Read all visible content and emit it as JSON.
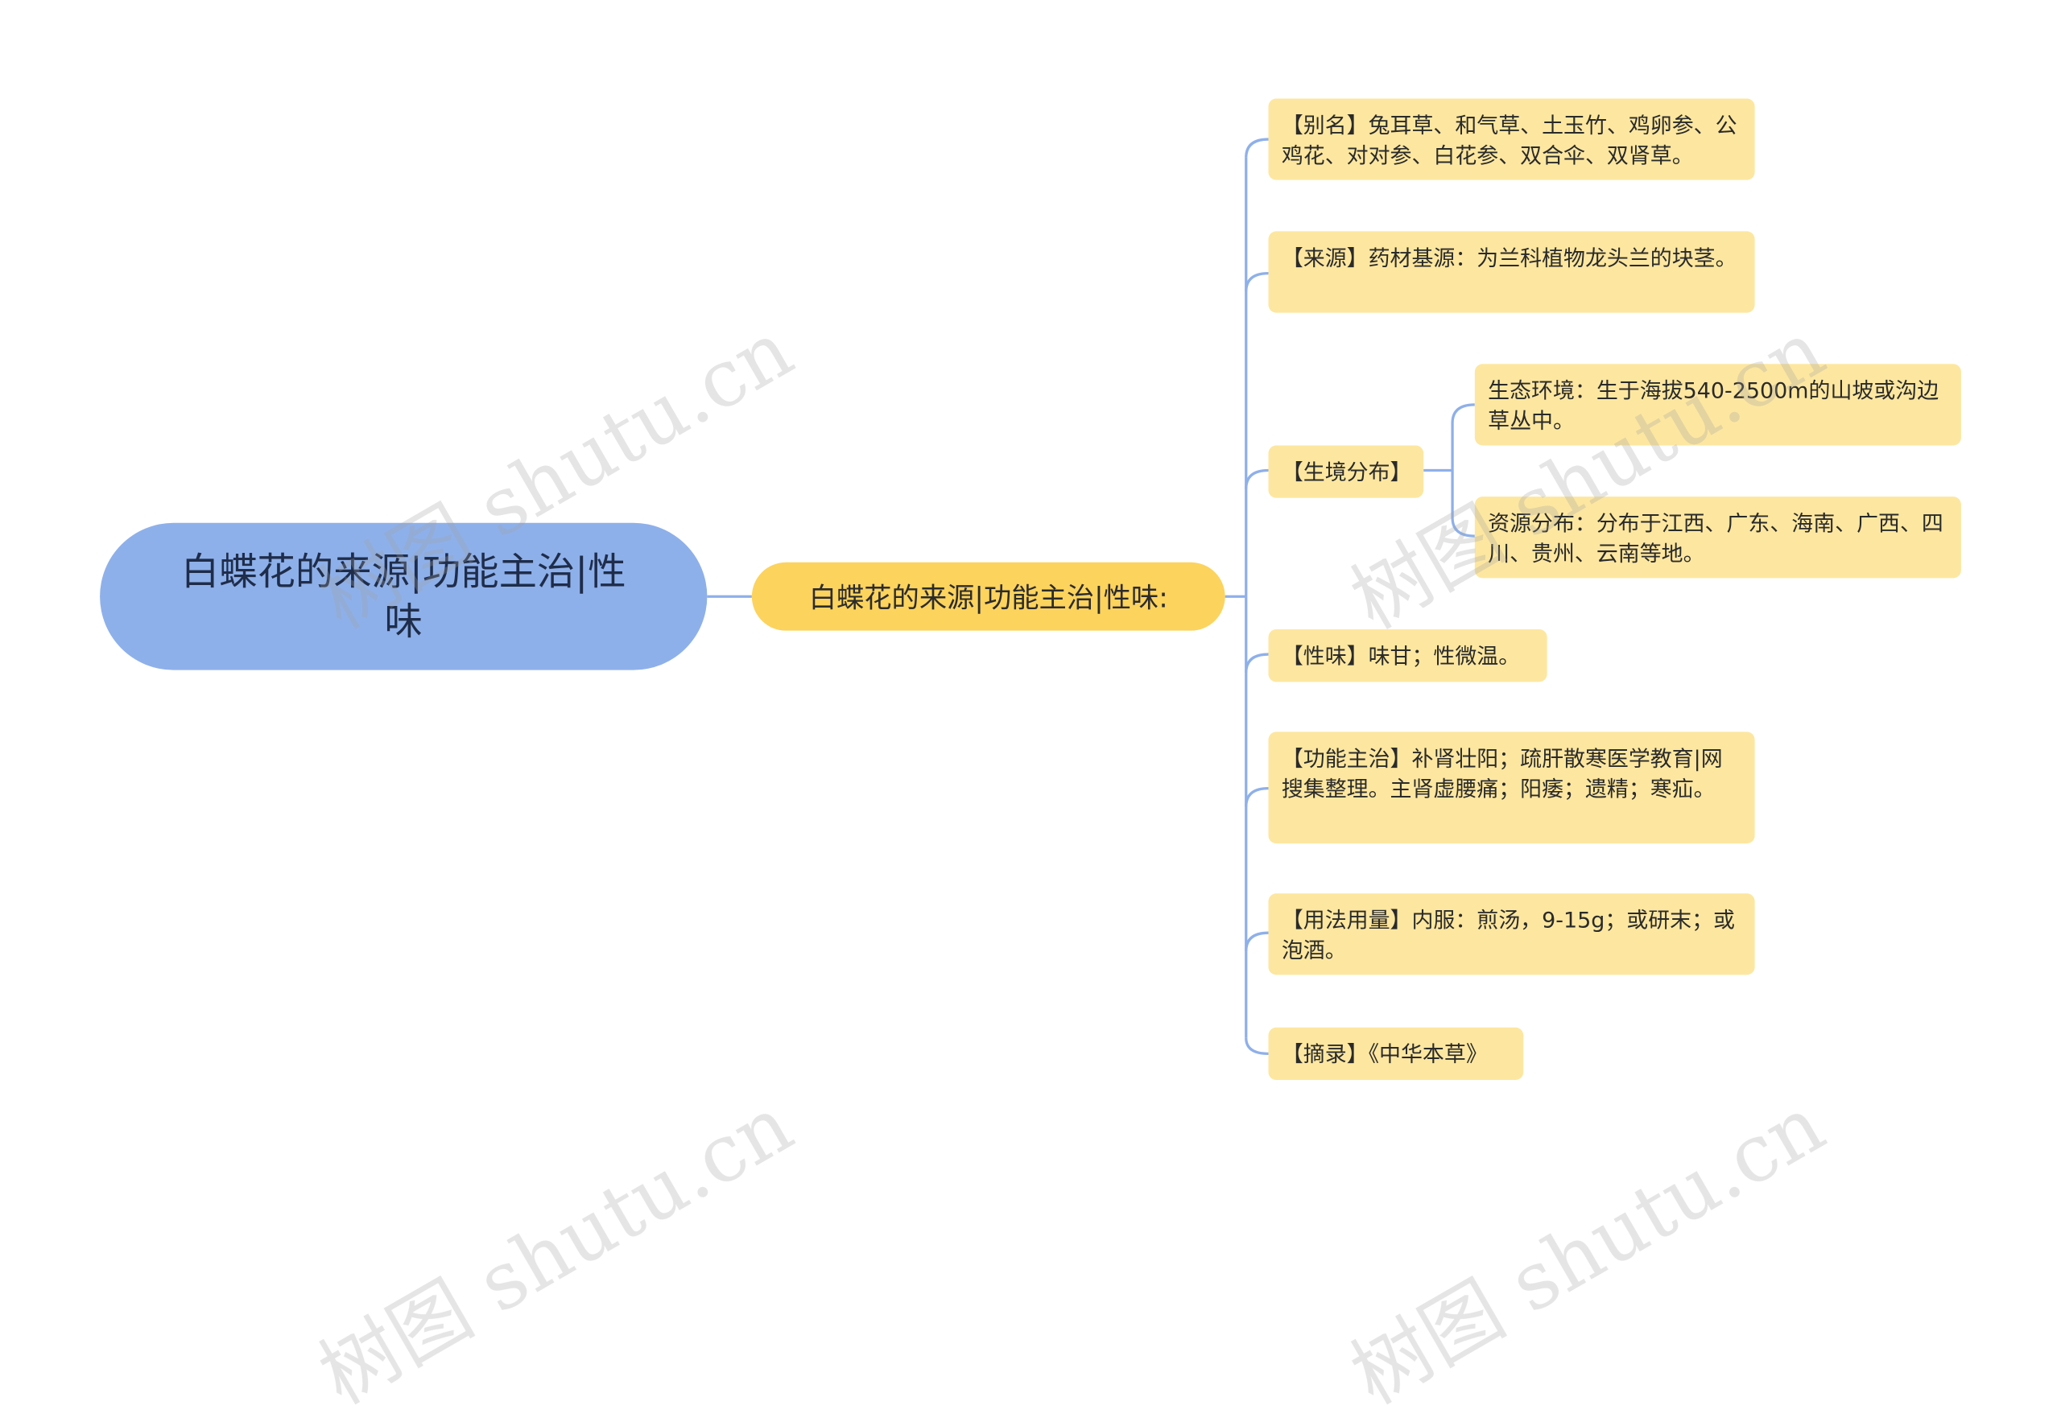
{
  "root": {
    "label": "白蝶花的来源|功能主治|性味"
  },
  "hub": {
    "label": "白蝶花的来源|功能主治|性味:"
  },
  "branches": [
    {
      "label": "【别名】兔耳草、和气草、土玉竹、鸡卵参、公鸡花、对对参、白花参、双合伞、双肾草。"
    },
    {
      "label": "【来源】药材基源：为兰科植物龙头兰的块茎。"
    },
    {
      "label": "【生境分布】"
    },
    {
      "label": "【性味】味甘；性微温。"
    },
    {
      "label": "【功能主治】补肾壮阳；疏肝散寒医学教育|网搜集整理。主肾虚腰痛；阳痿；遗精；寒疝。"
    },
    {
      "label": "【用法用量】内服：煎汤，9-15g；或研末；或泡酒。"
    },
    {
      "label": "【摘录】《中华本草》"
    }
  ],
  "habitat_children": [
    {
      "label": "生态环境：生于海拔540-2500m的山坡或沟边草丛中。"
    },
    {
      "label": "资源分布：分布于江西、广东、海南、广西、四川、贵州、云南等地。"
    }
  ],
  "watermarks": [
    "树图 shutu.cn",
    "树图 shutu.cn",
    "树图 shutu.cn",
    "树图 shutu.cn"
  ],
  "colors": {
    "root": "#8eb0ea",
    "hub": "#fcd35d",
    "leaf": "#fde7a0",
    "link": "#8eb0ea"
  }
}
